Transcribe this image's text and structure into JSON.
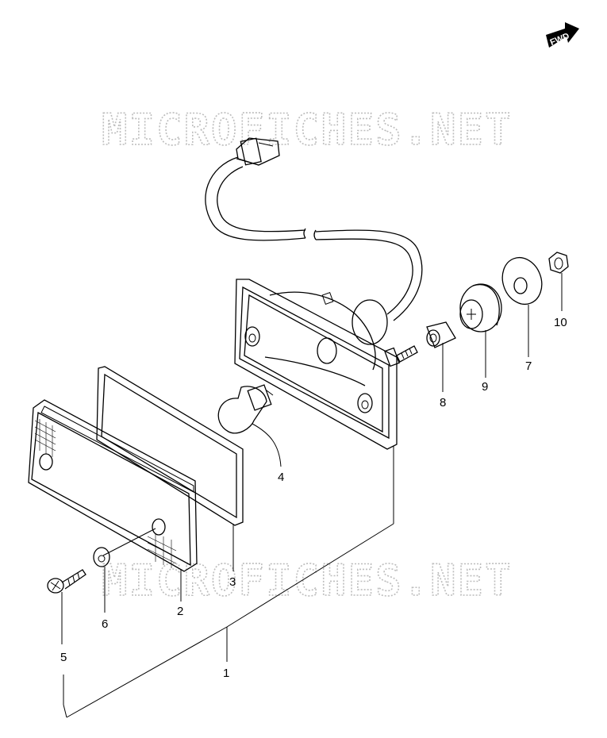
{
  "watermark": {
    "top": "MICROFICHES.NET",
    "bottom": "MICROFICHES.NET"
  },
  "direction_badge": {
    "label": "FWD",
    "icon": "arrow-right-icon"
  },
  "callouts": [
    "1",
    "2",
    "3",
    "4",
    "5",
    "6",
    "7",
    "8",
    "9",
    "10"
  ],
  "colors": {
    "line": "#000000",
    "watermark": "#bdbdbd",
    "background": "#ffffff"
  }
}
